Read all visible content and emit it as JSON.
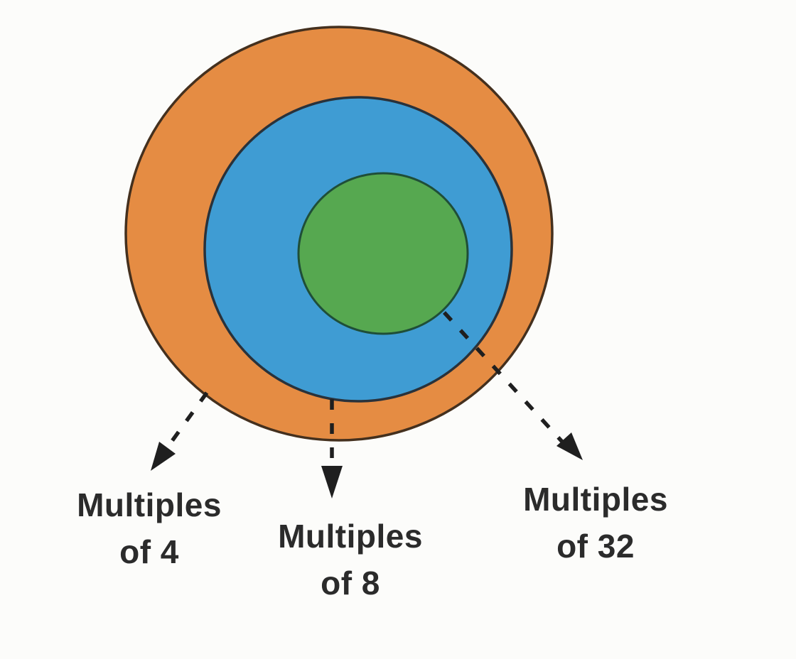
{
  "colors": {
    "background": "#fcfcfa",
    "text": "#2b2b2b",
    "arrow": "#1f1f1f"
  },
  "sets": [
    {
      "rank": "outer",
      "label": "Multiples of 4",
      "line1": "Multiples",
      "line2": "of 4",
      "fill": "#e58c43",
      "stroke": "#44301e"
    },
    {
      "rank": "middle",
      "label": "Multiples of 8",
      "line1": "Multiples",
      "line2": "of 8",
      "fill": "#3f9cd3",
      "stroke": "#29323b"
    },
    {
      "rank": "inner",
      "label": "Multiples of 32",
      "line1": "Multiples",
      "line2": "of 32",
      "fill": "#56a850",
      "stroke": "#1f4e38"
    }
  ]
}
